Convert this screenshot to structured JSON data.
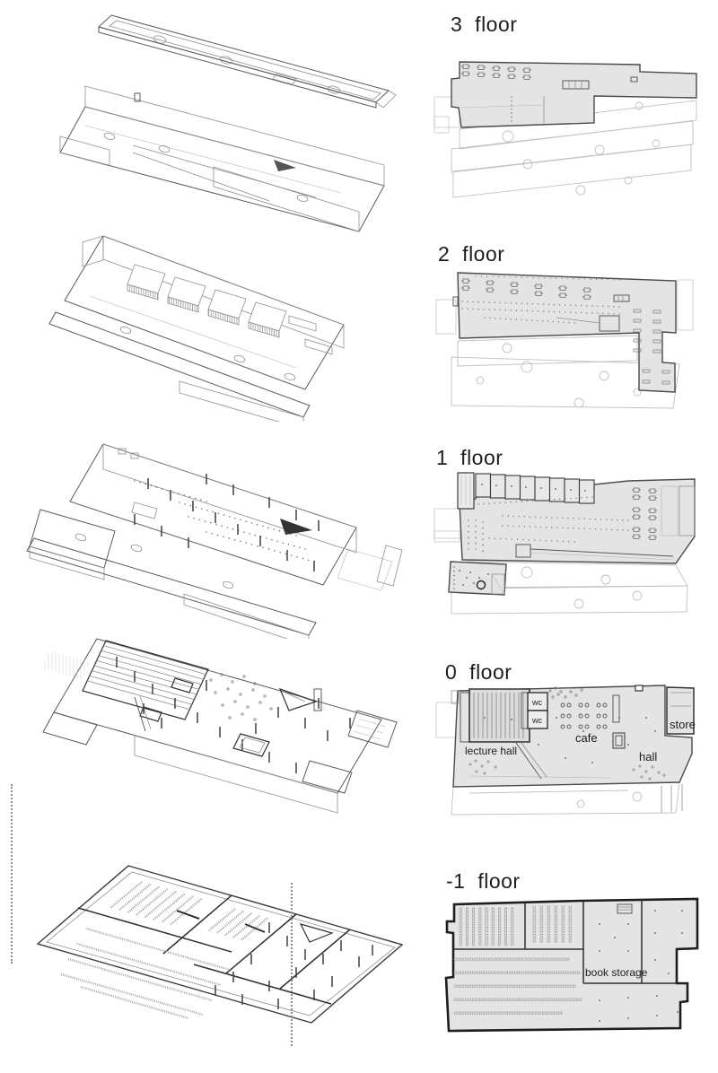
{
  "sheet": {
    "floors": [
      {
        "label": "3 floor"
      },
      {
        "label": "2 floor"
      },
      {
        "label": "1 floor"
      },
      {
        "label": "0 floor"
      },
      {
        "label": "-1 floor"
      }
    ],
    "rooms": {
      "lecture_hall": "lecture hall",
      "wc_upper": "wc",
      "wc_lower": "wc",
      "cafe": "cafe",
      "hall": "hall",
      "store": "store",
      "book_storage": "book storage"
    },
    "colors": {
      "plan_fill": "#e4e4e4",
      "plan_outline": "#4a4a4a",
      "basement_outline": "#1e1e1e",
      "ghost_line": "#c0c0c0",
      "hatch_line": "#a8a8a8",
      "text": "#1d1d1d"
    }
  }
}
